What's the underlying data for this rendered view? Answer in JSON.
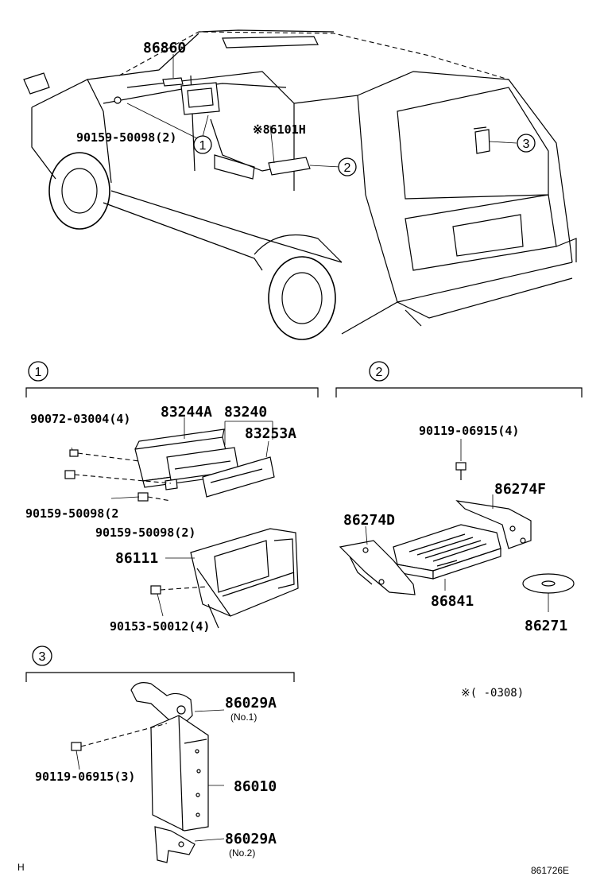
{
  "vehicle_callouts": {
    "part_86860": "86860",
    "bolt_90159_top": "90159-50098(2)",
    "part_86101H": "※86101H",
    "ref_1": "1",
    "ref_2": "2",
    "ref_3": "3"
  },
  "section_1": {
    "ref": "1",
    "labels": {
      "screw_90072": "90072-03004(4)",
      "part_83244A": "83244A",
      "part_83240": "83240",
      "part_83253A": "83253A",
      "bolt_90159_a": "90159-50098(2",
      "bolt_90159_b": "90159-50098(2)",
      "part_86111": "86111",
      "bolt_90153": "90153-50012(4)"
    }
  },
  "section_2": {
    "ref": "2",
    "labels": {
      "bolt_90119": "90119-06915(4)",
      "part_86274F": "86274F",
      "part_86274D": "86274D",
      "part_86841": "86841",
      "part_86271": "86271"
    }
  },
  "section_3": {
    "ref": "3",
    "labels": {
      "part_86029A_top": "86029A",
      "no1": "(No.1)",
      "bolt_90119": "90119-06915(3)",
      "part_86010": "86010",
      "part_86029A_bottom": "86029A",
      "no2": "(No.2)"
    }
  },
  "footnote": "※(    -0308)",
  "corner_left": "H",
  "corner_right": "861726E"
}
